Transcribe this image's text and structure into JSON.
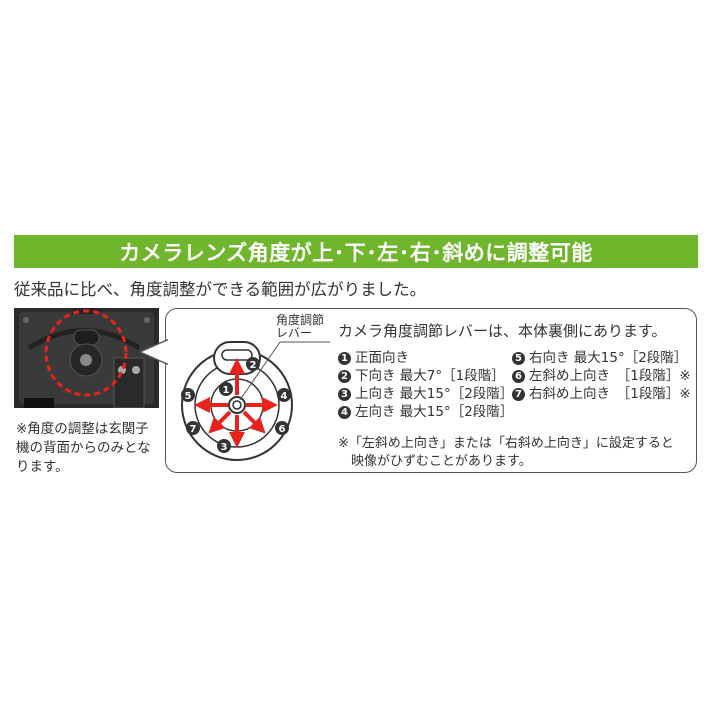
{
  "banner": {
    "title": "カメラレンズ角度が上･下･左･右･斜めに調整可能",
    "color": "#6fb62c"
  },
  "subtitle": "従来品に比べ、角度調整ができる範囲が広がりました。",
  "photo": {
    "note": "※角度の調整は玄関子機の背面からのみとなります。",
    "highlight_color": "#e8231e"
  },
  "diagram": {
    "lever_label_line1": "角度調節",
    "lever_label_line2": "レバー",
    "arrow_color": "#e8231e",
    "markers": [
      "1",
      "2",
      "3",
      "4",
      "5",
      "6",
      "7"
    ]
  },
  "info": {
    "heading": "カメラ角度調節レバーは、本体裏側にあります。",
    "positions": [
      {
        "num": "1",
        "text": "正面向き"
      },
      {
        "num": "2",
        "text": "下向き 最大7°［1段階］"
      },
      {
        "num": "3",
        "text": "上向き 最大15°［2段階］"
      },
      {
        "num": "4",
        "text": "左向き 最大15°［2段階］"
      },
      {
        "num": "5",
        "text": "右向き 最大15°［2段階］"
      },
      {
        "num": "6",
        "text": "左斜め上向き　［1段階］※"
      },
      {
        "num": "7",
        "text": "右斜め上向き　［1段階］※"
      }
    ],
    "footnote_line1": "※「左斜め上向き」または「右斜め上向き」に設定すると",
    "footnote_line2": "映像がひずむことがあります。"
  }
}
